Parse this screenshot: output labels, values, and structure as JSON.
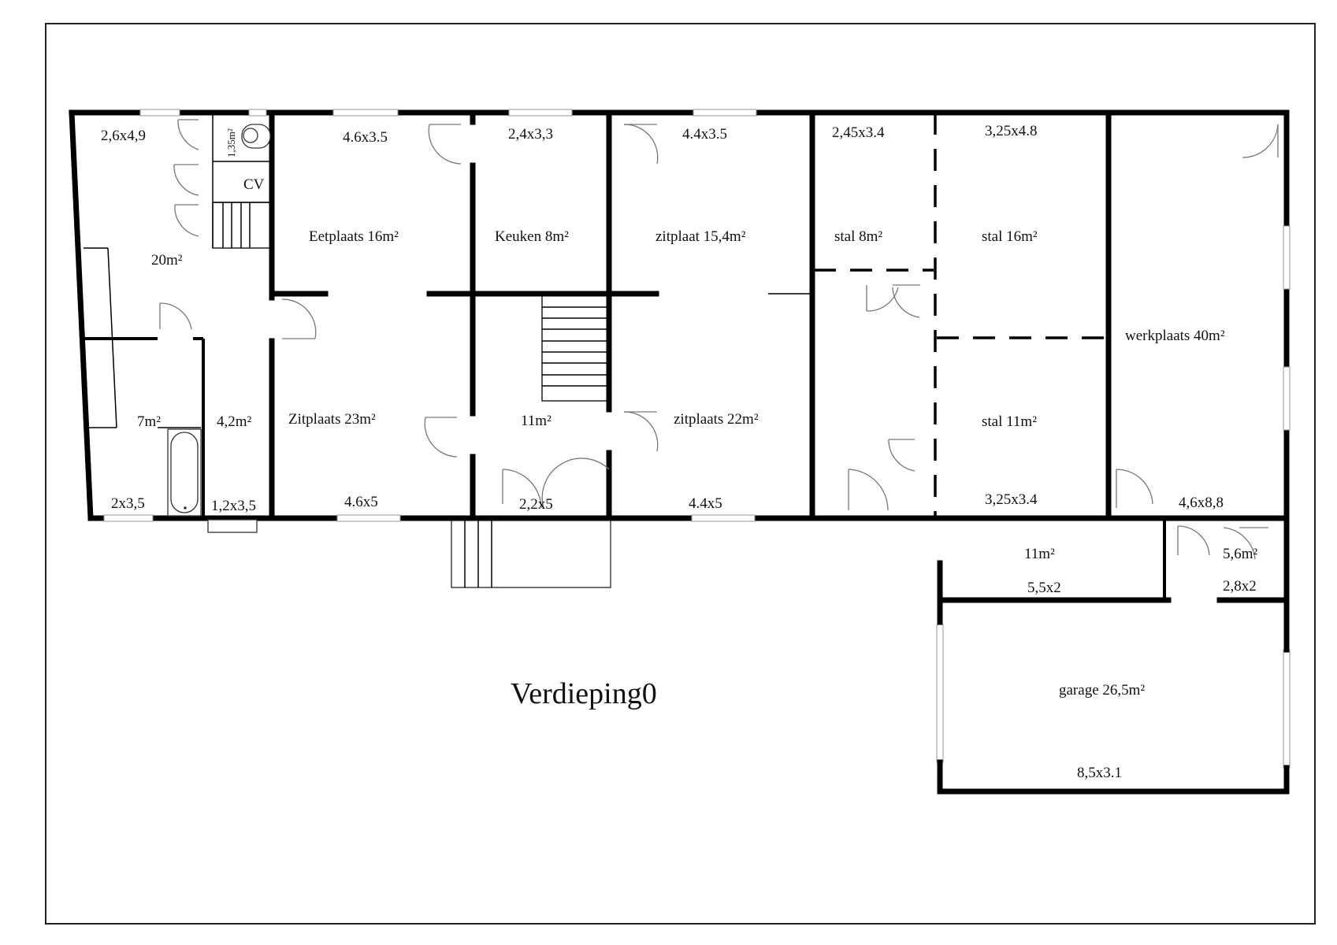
{
  "plan": {
    "title": "Verdieping0",
    "rooms": [
      {
        "id": "hall",
        "dims": "2,6x4,9",
        "area": "20m²"
      },
      {
        "id": "toilet",
        "area": "1,35m²"
      },
      {
        "id": "cv",
        "label": "CV"
      },
      {
        "id": "bathroom",
        "area": "7m²",
        "dims": "2x3,5"
      },
      {
        "id": "corridor",
        "area": "4,2m²",
        "dims": "1,2x3,5"
      },
      {
        "id": "eetplaats",
        "label": "Eetplaats 16m²",
        "dims": "4.6x3.5"
      },
      {
        "id": "zitplaats-23",
        "label": "Zitplaats 23m²",
        "dims": "4.6x5"
      },
      {
        "id": "keuken",
        "label": "Keuken 8m²",
        "dims": "2,4x3,3"
      },
      {
        "id": "stair-hall",
        "area": "11m²",
        "dims": "2,2x5"
      },
      {
        "id": "zitplaat-15",
        "label": "zitplaat 15,4m²",
        "dims": "4.4x3.5"
      },
      {
        "id": "zitplaats-22",
        "label": "zitplaats 22m²",
        "dims": "4.4x5"
      },
      {
        "id": "stal-8",
        "label": "stal 8m²",
        "dims": "2,45x3.4"
      },
      {
        "id": "stal-16",
        "label": "stal 16m²",
        "dims": "3,25x4.8"
      },
      {
        "id": "stal-11",
        "label": "stal 11m²",
        "dims": "3,25x3.4"
      },
      {
        "id": "werkplaats",
        "label": "werkplaats 40m²",
        "dims": "4,6x8,8"
      },
      {
        "id": "annex",
        "area": "11m²",
        "dims": "5,5x2"
      },
      {
        "id": "small-room",
        "area": "5,6m²",
        "dims": "2,8x2"
      },
      {
        "id": "garage",
        "label": "garage 26,5m²",
        "dims": "8,5x3.1"
      }
    ]
  }
}
